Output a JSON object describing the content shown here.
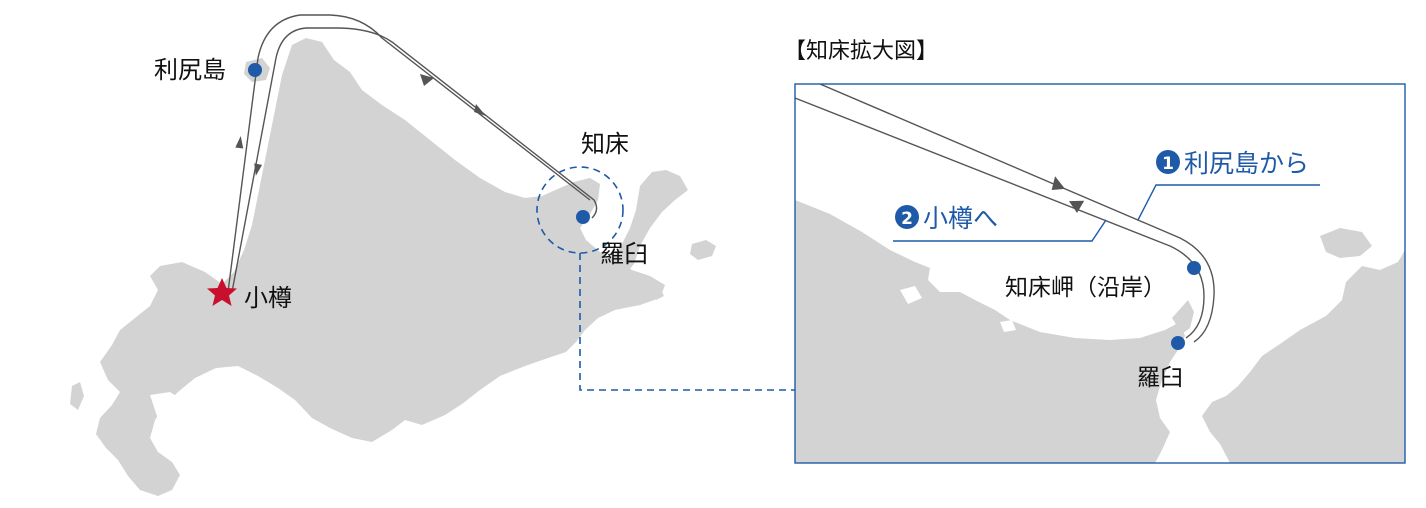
{
  "colors": {
    "land": "#d3d3d3",
    "route": "#555555",
    "port": "#1f5aa8",
    "start": "#c8102e",
    "frame": "#1f5aa8",
    "text": "#111111"
  },
  "map": {
    "places": {
      "rishiri": "利尻島",
      "otaru": "小樽",
      "shiretoko": "知床",
      "rausu": "羅臼"
    },
    "start_icon": "star-icon"
  },
  "inset": {
    "title": "【知床拡大図】",
    "places": {
      "cape": "知床岬（沿岸）",
      "rausu": "羅臼"
    },
    "routes": [
      {
        "num": "1",
        "label": "利尻島から"
      },
      {
        "num": "2",
        "label": "小樽へ"
      }
    ]
  }
}
